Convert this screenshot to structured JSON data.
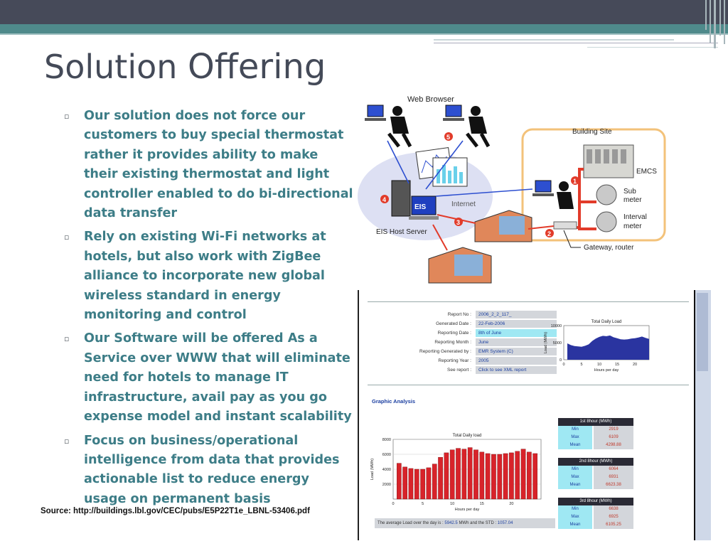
{
  "slide": {
    "title_part1": "Solution ",
    "title_part2": "Offering",
    "bullets": [
      "Our solution does not force our customers to buy special thermostat rather it provides ability to make their existing thermostat and light controller enabled to do bi-directional data transfer",
      "Rely on existing Wi-Fi networks at hotels, but also work with ZigBee alliance to incorporate new global wireless standard in energy monitoring and control",
      "Our Software will be offered As a Service over WWW that will eliminate need for hotels to manage IT infrastructure, avail pay as you go expense model and instant scalability",
      "Focus on business/operational intelligence from data that provides actionable list to reduce energy usage on permanent basis"
    ],
    "bullet_marker": "▫",
    "source": "Source: http://buildings.lbl.gov/CEC/pubs/E5P22T1e_LBNL-53406.pdf"
  },
  "diagram": {
    "web_browser": "Web Browser",
    "building_site": "Building Site",
    "emcs": "EMCS",
    "sub_meter_1": "Sub",
    "sub_meter_2": "meter",
    "interval_meter_1": "Interval",
    "interval_meter_2": "meter",
    "internet": "Internet",
    "eis_host_server": "EIS Host Server",
    "eis": "EIS",
    "gateway": "Gateway, router",
    "steps": [
      "1",
      "2",
      "3",
      "4",
      "5"
    ],
    "colors": {
      "blob": "#dde0f3",
      "site_border": "#f3c27a",
      "step": "#e23b2a",
      "arrow_red": "#e23b2a",
      "arrow_blue": "#2d4fd0"
    }
  },
  "report": {
    "rows": [
      {
        "label": "Report No :",
        "value": "2006_2_2_117_",
        "highlight": false
      },
      {
        "label": "Generated Date :",
        "value": "22-Feb-2006",
        "highlight": false
      },
      {
        "label": "Reporting Date :",
        "value": "8th of June",
        "highlight": true
      },
      {
        "label": "Reporting Month :",
        "value": "June",
        "highlight": false
      },
      {
        "label": "Reporting Generated by :",
        "value": "EMR System (C)",
        "highlight": false
      },
      {
        "label": "Reporting Year :",
        "value": "2005",
        "highlight": false
      },
      {
        "label": "See report :",
        "value": "Click to see XML report",
        "highlight": false
      }
    ],
    "graphic_analysis": "Graphic Analysis",
    "stats": [
      {
        "title": "1st 8hour (MWh)",
        "rows": [
          {
            "k": "Min",
            "v": "2919"
          },
          {
            "k": "Max",
            "v": "6109"
          },
          {
            "k": "Mean",
            "v": "4298.88"
          }
        ]
      },
      {
        "title": "2nd 8hour (MWh)",
        "rows": [
          {
            "k": "Min",
            "v": "6064"
          },
          {
            "k": "Max",
            "v": "6931"
          },
          {
            "k": "Mean",
            "v": "6623.38"
          }
        ]
      },
      {
        "title": "3rd 8hour (MWh)",
        "rows": [
          {
            "k": "Min",
            "v": "6638"
          },
          {
            "k": "Max",
            "v": "6925"
          },
          {
            "k": "Mean",
            "v": "6105.25"
          }
        ]
      }
    ],
    "footer_text": "The average Load over the day is :",
    "footer_mean": "5942.5",
    "footer_mid": "MWh and the STD :",
    "footer_std": "1057.04"
  },
  "chart_data": [
    {
      "type": "area",
      "title": "Total Daily Load",
      "xlabel": "Hours per day",
      "ylabel": "Load (MWh)",
      "xlim": [
        0,
        24
      ],
      "ylim": [
        0,
        10000
      ],
      "xticks": [
        "0",
        "5",
        "10",
        "15",
        "20"
      ],
      "yticks": [
        "0",
        "5000",
        "10000"
      ],
      "x": [
        1,
        2,
        3,
        4,
        5,
        6,
        7,
        8,
        9,
        10,
        11,
        12,
        13,
        14,
        15,
        16,
        17,
        18,
        19,
        20,
        21,
        22,
        23,
        24
      ],
      "values": [
        4800,
        4300,
        4000,
        3900,
        3800,
        4100,
        4500,
        5500,
        6200,
        6700,
        7000,
        6900,
        7100,
        6600,
        6300,
        6000,
        5900,
        6000,
        6200,
        6300,
        6500,
        6800,
        6400,
        6100
      ],
      "color": "#2a34a0"
    },
    {
      "type": "bar",
      "title": "Total Daily load",
      "xlabel": "Hours per day",
      "ylabel": "Load (MWh)",
      "xlim": [
        0,
        25
      ],
      "ylim": [
        0,
        8000
      ],
      "xticks": [
        "0",
        "5",
        "10",
        "15",
        "20"
      ],
      "yticks": [
        "2000",
        "4000",
        "6000",
        "8000"
      ],
      "x": [
        1,
        2,
        3,
        4,
        5,
        6,
        7,
        8,
        9,
        10,
        11,
        12,
        13,
        14,
        15,
        16,
        17,
        18,
        19,
        20,
        21,
        22,
        23,
        24
      ],
      "values": [
        4800,
        4300,
        4100,
        4000,
        4000,
        4200,
        4700,
        5600,
        6200,
        6600,
        6800,
        6700,
        6900,
        6600,
        6300,
        6100,
        6000,
        6000,
        6100,
        6200,
        6400,
        6700,
        6300,
        6100
      ],
      "color": "#d8232a"
    }
  ]
}
